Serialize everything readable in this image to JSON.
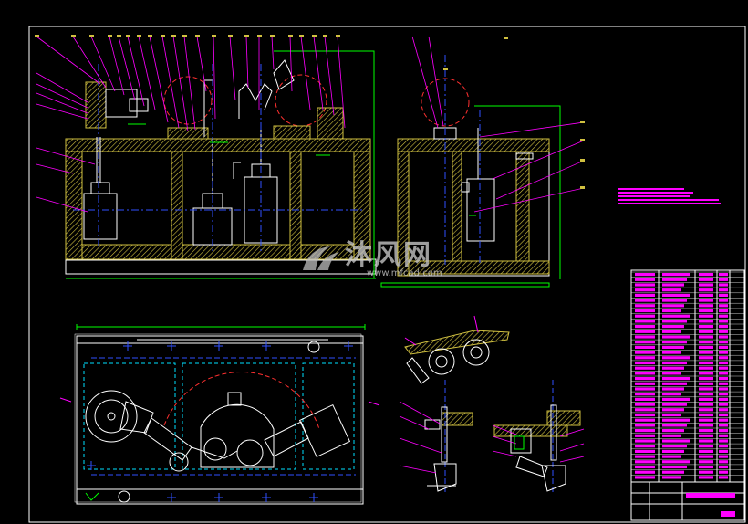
{
  "drawing": {
    "background": "#000000",
    "colors": {
      "frame": "#ffffff",
      "hatch": "#d0c040",
      "mech": "#ffffff",
      "center": "#ff3030",
      "dim": "#00ff00",
      "blue": "#3050ff",
      "cyan": "#00e0ff",
      "magenta": "#ff00ff",
      "leader": "#ff00ff",
      "yellow": "#ffff00"
    }
  },
  "watermark": {
    "text_cn": "沐风网",
    "url": "www.mfcad.com"
  },
  "title_block": {
    "rows": 40
  }
}
